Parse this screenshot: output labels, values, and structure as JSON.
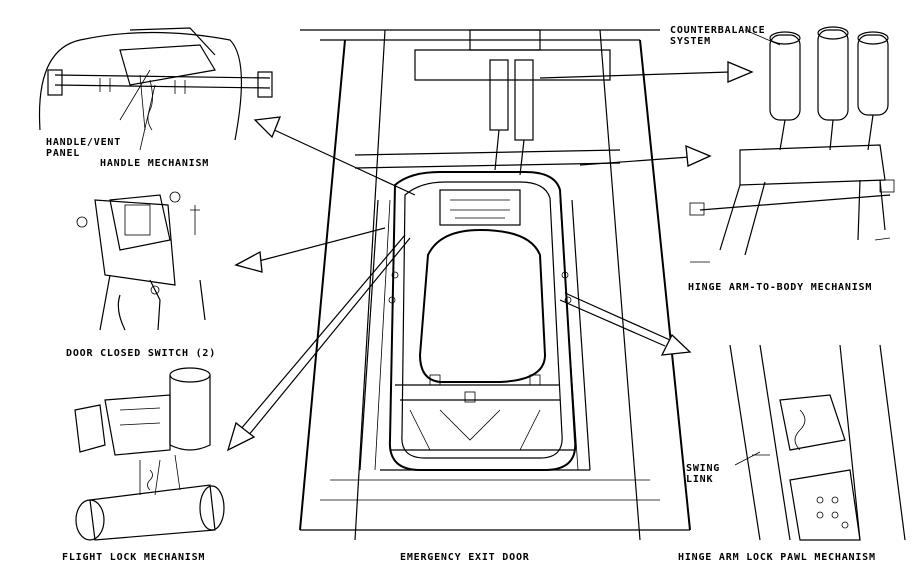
{
  "labels": {
    "handle_vent_panel": "HANDLE/VENT\nPANEL",
    "handle_mechanism": "HANDLE MECHANISM",
    "door_closed_switch": "DOOR CLOSED SWITCH (2)",
    "flight_lock_mechanism": "FLIGHT LOCK MECHANISM",
    "emergency_exit_door": "EMERGENCY EXIT DOOR",
    "counterbalance_system": "COUNTERBALANCE\nSYSTEM",
    "hinge_arm_to_body": "HINGE ARM-TO-BODY MECHANISM",
    "swing_link": "SWING\nLINK",
    "hinge_arm_lock_pawl": "HINGE ARM LOCK PAWL MECHANISM"
  }
}
